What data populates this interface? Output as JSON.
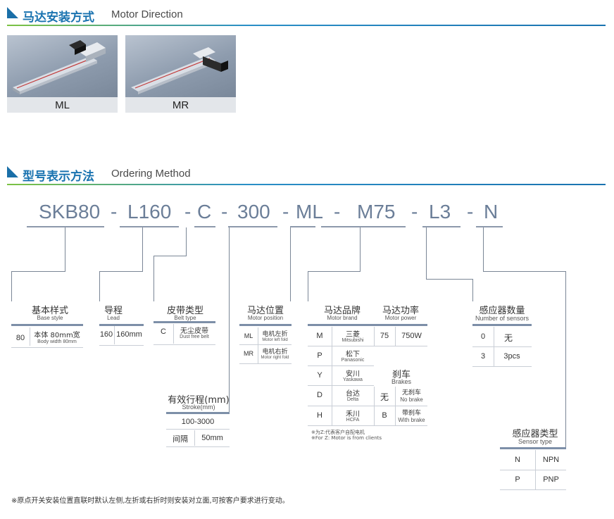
{
  "motor_direction": {
    "title_zh": "马达安装方式",
    "title_en": "Motor Direction",
    "options": [
      {
        "label": "ML"
      },
      {
        "label": "MR"
      }
    ]
  },
  "ordering_method": {
    "title_zh": "型号表示方法",
    "title_en": "Ordering Method",
    "code_segments": [
      "SKB80",
      "-",
      "L160",
      "-",
      "C",
      "-",
      "300",
      "-",
      "ML",
      "-",
      "M75",
      "-",
      "L3",
      "-",
      "N"
    ]
  },
  "tables": {
    "base": {
      "title_zh": "基本样式",
      "title_en": "Base style",
      "code": "80",
      "desc_zh": "本体 80mm宽",
      "desc_en": "Body width 80mm"
    },
    "lead": {
      "title_zh": "导程",
      "title_en": "Lead",
      "code": "160",
      "desc": "160mm"
    },
    "belt": {
      "title_zh": "皮带类型",
      "title_en": "Belt type",
      "code": "C",
      "desc_zh": "无尘皮带",
      "desc_en": "Dust free belt"
    },
    "motor_position": {
      "title_zh": "马达位置",
      "title_en": "Motor position",
      "rows": [
        {
          "code": "ML",
          "desc_zh": "电机左折",
          "desc_en": "Motor left fold"
        },
        {
          "code": "MR",
          "desc_zh": "电机右折",
          "desc_en": "Motor right fold"
        }
      ]
    },
    "stroke": {
      "title_zh": "有效行程(mm)",
      "title_en": "Stroke(mm)",
      "range": "100-3000",
      "interval_label": "间隔",
      "interval_value": "50mm"
    },
    "motor_brand": {
      "title_zh": "马达品牌",
      "title_en": "Motor brand",
      "rows": [
        {
          "code": "M",
          "name_zh": "三菱",
          "name_en": "Mitsubishi"
        },
        {
          "code": "P",
          "name_zh": "松下",
          "name_en": "Panasonic"
        },
        {
          "code": "Y",
          "name_zh": "安川",
          "name_en": "Yaskawa"
        },
        {
          "code": "D",
          "name_zh": "台达",
          "name_en": "Delta"
        },
        {
          "code": "H",
          "name_zh": "禾川",
          "name_en": "HCFA"
        }
      ],
      "note_zh": "※为Z:代表客户自配电机",
      "note_en": "※For Z: Motor is from clients"
    },
    "motor_power": {
      "title_zh": "马达功率",
      "title_en": "Motor power",
      "code": "75",
      "value": "750W"
    },
    "brakes": {
      "title_zh": "刹车",
      "title_en": "Brakes",
      "rows": [
        {
          "code": "无",
          "desc_zh": "无刹车",
          "desc_en": "No brake"
        },
        {
          "code": "B",
          "desc_zh": "带刹车",
          "desc_en": "With brake"
        }
      ]
    },
    "sensors_count": {
      "title_zh": "感应器数量",
      "title_en": "Number of sensors",
      "rows": [
        {
          "code": "0",
          "value": "无"
        },
        {
          "code": "3",
          "value": "3pcs"
        }
      ]
    },
    "sensor_type": {
      "title_zh": "感应器类型",
      "title_en": "Sensor type",
      "rows": [
        {
          "code": "N",
          "value": "NPN"
        },
        {
          "code": "P",
          "value": "PNP"
        }
      ]
    }
  },
  "footnote": "※原点开关安装位置直联时默认左侧,左折或右折时则安装对立面,可按客户要求进行变动。",
  "colors": {
    "accent_blue": "#1a73b0",
    "accent_green": "#7cc242",
    "code_text": "#6b7e98",
    "table_bar": "#7d8fa8"
  }
}
